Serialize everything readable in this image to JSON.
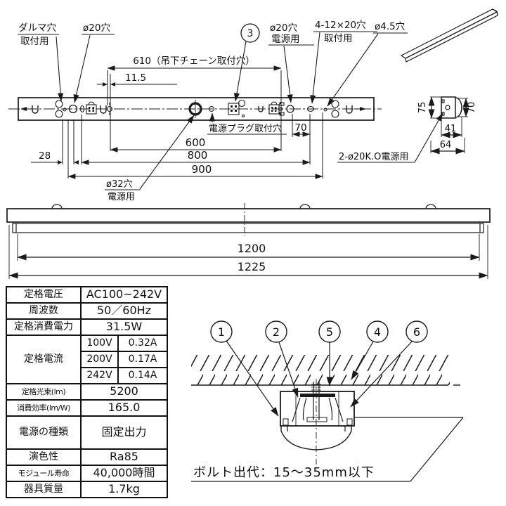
{
  "plan_view": {
    "labels": {
      "daruma_line1": "ダルマ穴",
      "daruma_line2": "取付用",
      "hole_20": "ø20穴",
      "balloon_3": "3",
      "hole_20_power_line1": "ø20穴",
      "hole_20_power_line2": "電源用",
      "holes_12x20_line1": "4-12×20穴",
      "holes_12x20_line2": "取付用",
      "hole_4_5": "ø4.5穴",
      "power_plug_hole": "電源プラグ取付穴",
      "hole_32_line1": "ø32穴",
      "hole_32_line2": "電源用",
      "knockout": "2-ø20K.O電源用"
    },
    "dims": {
      "chain": "610（吊下チェーン取付穴）",
      "offset_11_5": "11.5",
      "d70": "70",
      "d600": "600",
      "d800": "800",
      "d900": "900",
      "d28": "28"
    }
  },
  "side_view": {
    "dims": {
      "d75": "75",
      "d70": "70",
      "d41": "41",
      "d64": "64"
    }
  },
  "elevation_view": {
    "dims": {
      "d1200": "1200",
      "d1225": "1225"
    }
  },
  "spec_table": {
    "rows_top": [
      {
        "label": "定格電圧",
        "value": "AC100~242V"
      },
      {
        "label": "周波数",
        "value": "50／60Hz"
      },
      {
        "label": "定格消費電力",
        "value": "31.5W"
      }
    ],
    "current": {
      "label": "定格電流",
      "entries": [
        {
          "v": "100V",
          "a": "0.32A"
        },
        {
          "v": "200V",
          "a": "0.17A"
        },
        {
          "v": "242V",
          "a": "0.14A"
        }
      ]
    },
    "rows_bottom": [
      {
        "label": "定格光束(lm)",
        "value": "5200"
      },
      {
        "label": "消費効率(lm/W)",
        "value": "165.0"
      },
      {
        "label": "電源の種類",
        "value": "固定出力"
      },
      {
        "label": "演色性",
        "value": "Ra85"
      },
      {
        "label": "モジュール寿命",
        "value": "40,000時間"
      },
      {
        "label": "器具質量",
        "value": "1.7kg"
      }
    ]
  },
  "detail_view": {
    "balloons": [
      "1",
      "2",
      "5",
      "4",
      "6"
    ],
    "bolt_note": "ボルト出代：15～35mm以下"
  }
}
